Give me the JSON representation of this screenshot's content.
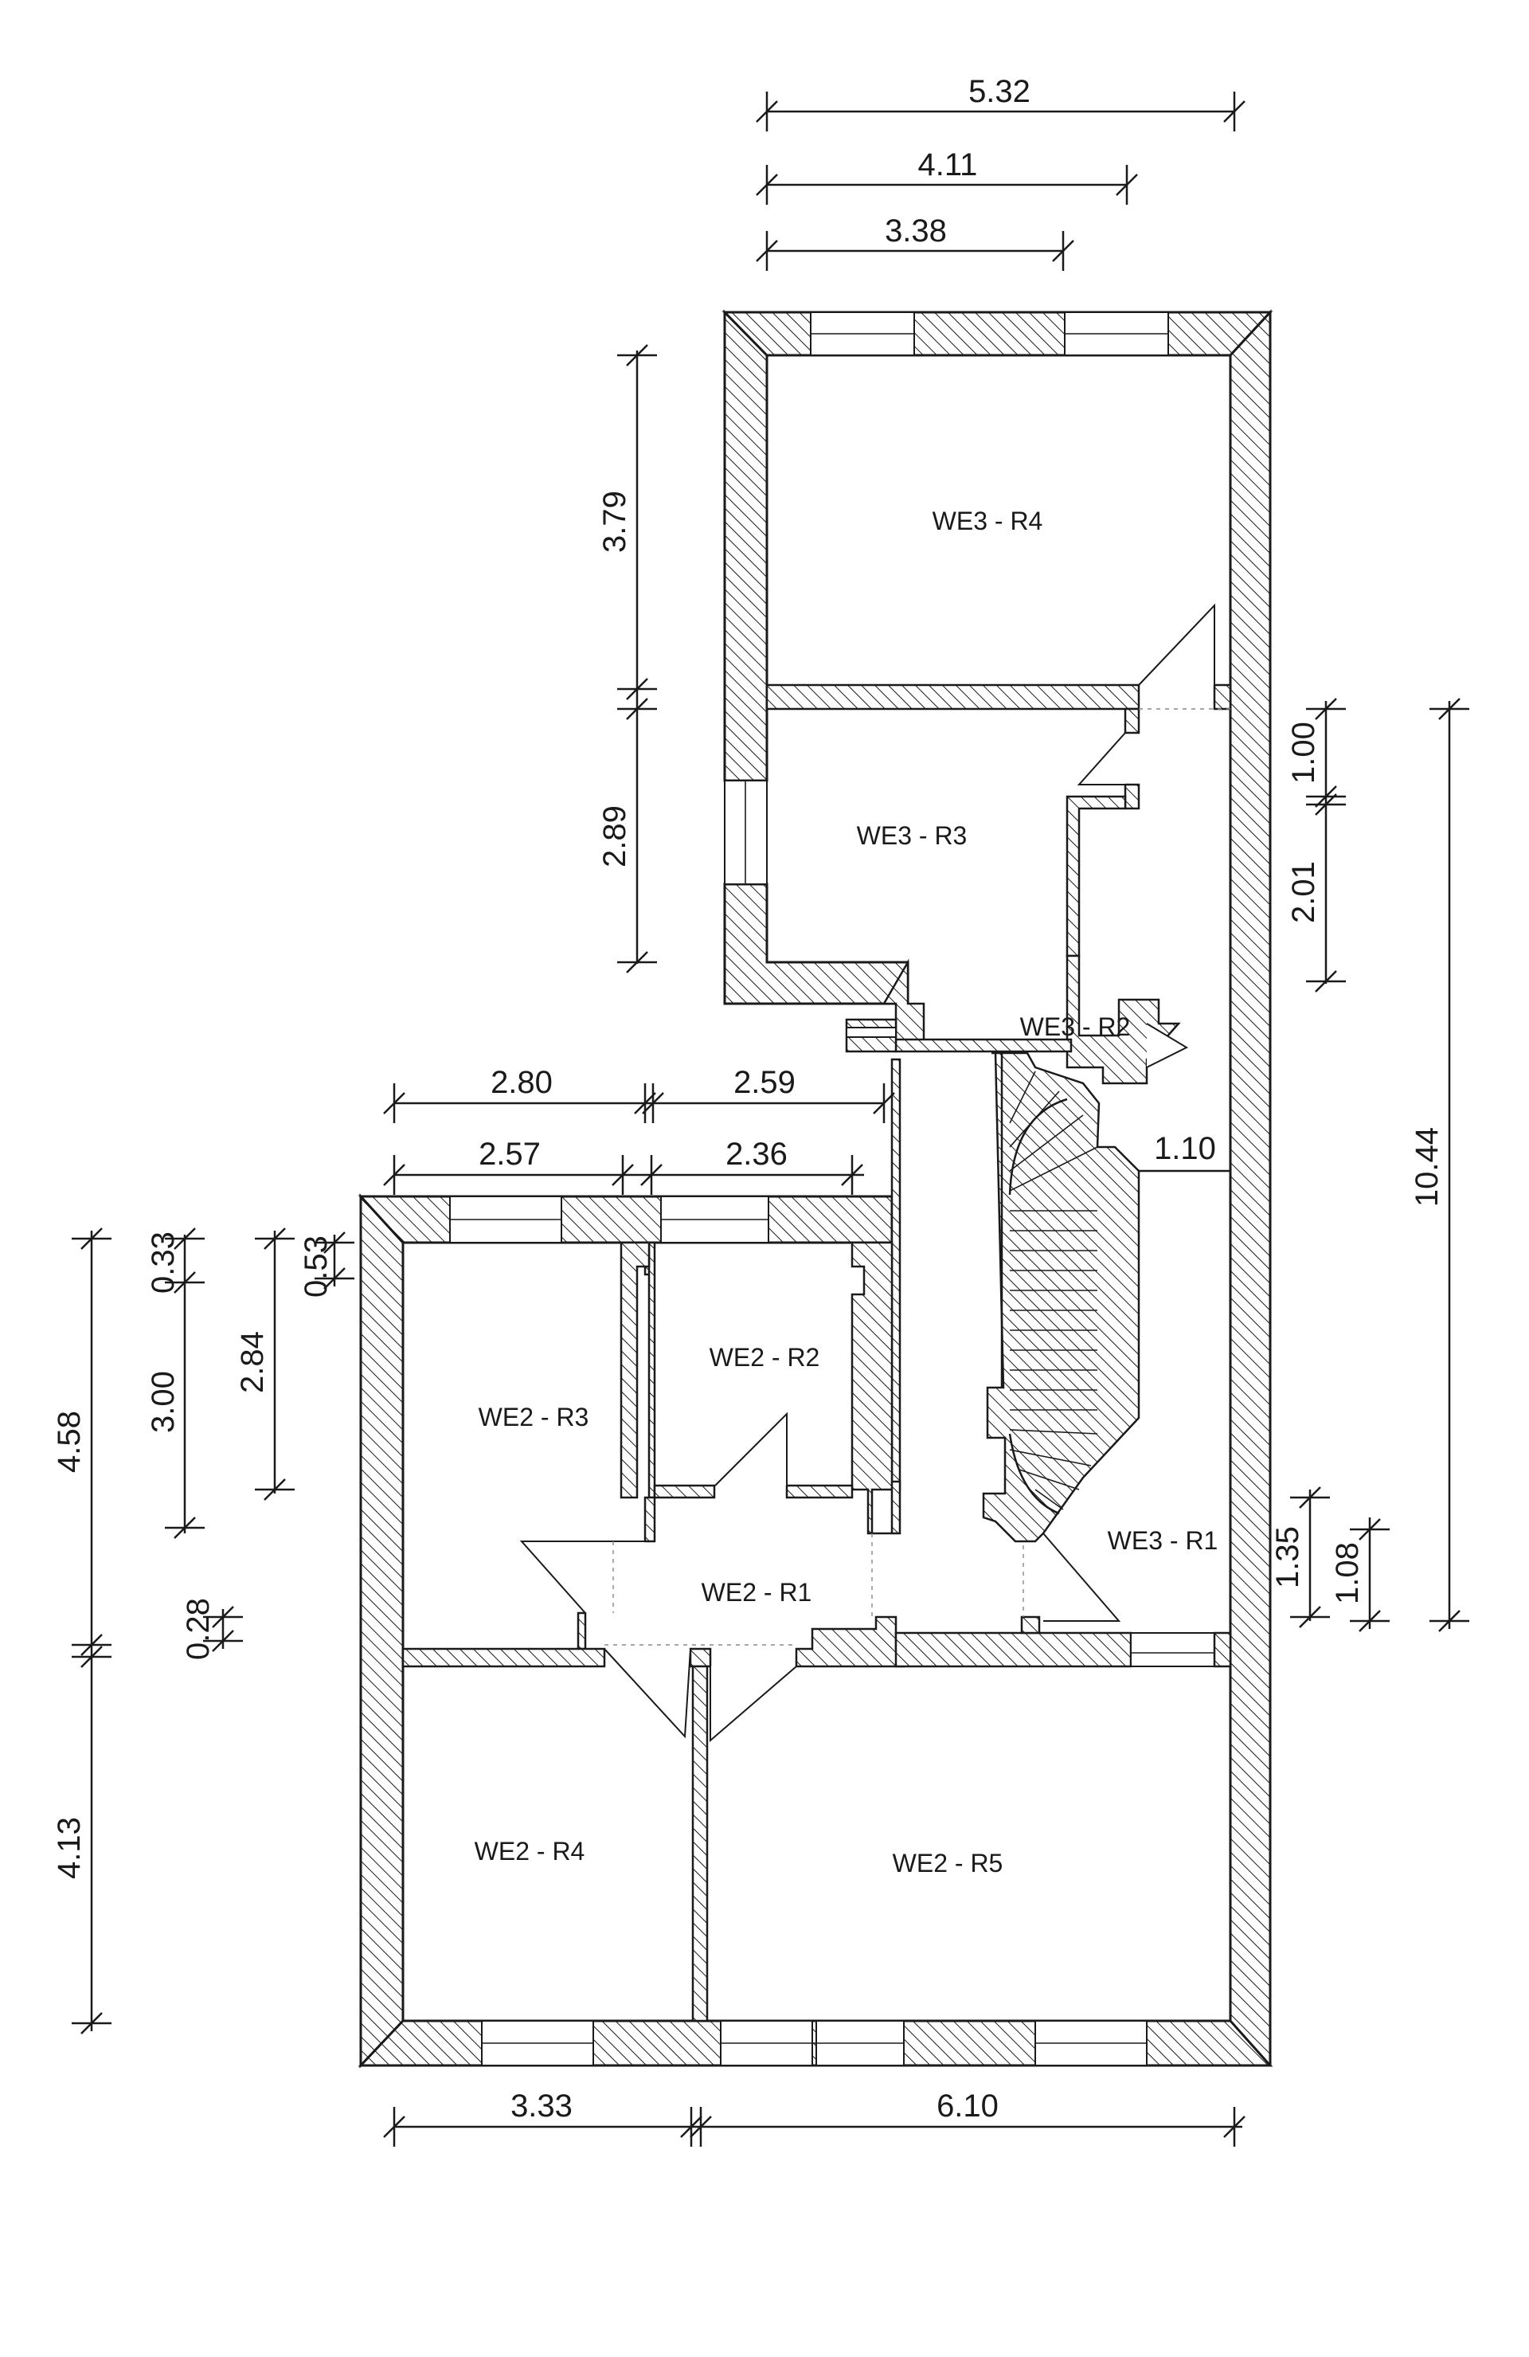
{
  "rooms": {
    "we3_r4": "WE3 - R4",
    "we3_r3": "WE3 - R3",
    "we3_r2": "WE3 - R2",
    "we3_r1": "WE3 - R1",
    "we2_r1": "WE2 - R1",
    "we2_r2": "WE2 - R2",
    "we2_r3": "WE2 - R3",
    "we2_r4": "WE2 - R4",
    "we2_r5": "WE2 - R5"
  },
  "dimensions": {
    "top_5_32": "5.32",
    "top_4_11": "4.11",
    "top_3_38": "3.38",
    "left_3_79": "3.79",
    "left_2_89": "2.89",
    "mid_2_80": "2.80",
    "mid_2_59": "2.59",
    "mid_2_57": "2.57",
    "mid_2_36": "2.36",
    "stair_1_10": "1.10",
    "right_1_00": "1.00",
    "right_2_01": "2.01",
    "right_10_44": "10.44",
    "right_1_35": "1.35",
    "right_1_08": "1.08",
    "left_4_58": "4.58",
    "left_0_33": "0.33",
    "left_3_00": "3.00",
    "left_0_53": "0.53",
    "left_2_84": "2.84",
    "left_0_28": "0.28",
    "left_4_13": "4.13",
    "bottom_3_33": "3.33",
    "bottom_6_10": "6.10"
  },
  "colors": {
    "ink": "#1a1a1a",
    "background": "#ffffff"
  }
}
